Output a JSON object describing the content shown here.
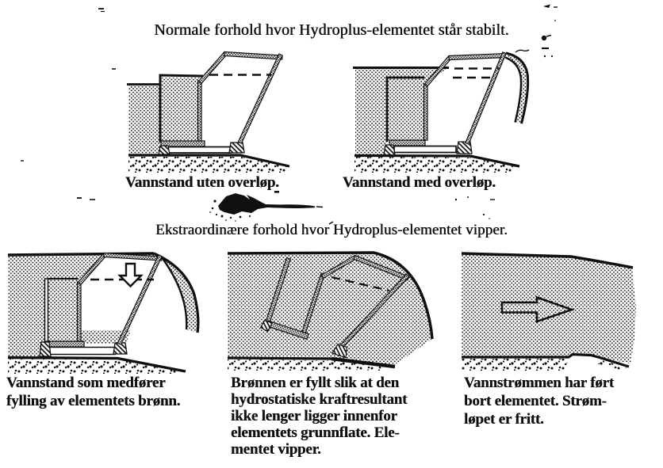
{
  "document": {
    "language": "no",
    "paper_color": "#ffffff",
    "ink_color": "#101010",
    "description": "Scanned figure page showing Hydroplus fusegate element behaviour"
  },
  "sections": [
    {
      "title": "Normale forhold hvor Hydroplus-elementet står stabilt.",
      "figures": [
        {
          "id": "no-overflow",
          "caption": "Vannstand uten overløp."
        },
        {
          "id": "with-overflow",
          "caption": "Vannstand med overløp."
        }
      ]
    },
    {
      "title": "Ekstraordinære forhold hvor Hydroplus-elementet vipper.",
      "figures": [
        {
          "id": "well-filling",
          "caption": "Vannstand som medfører\nfylling av elementets brønn."
        },
        {
          "id": "element-tipping",
          "caption": "Brønnen er fyllt slik at den\nhydrostatiske kraftresultant\nikke lenger ligger innenfor\nelementets grunnflate. Ele-\nmentet vipper."
        },
        {
          "id": "element-washed-away",
          "caption": "Vannstrømmen har ført\nbort elementet. Strøm-\nløpet er fritt."
        }
      ]
    }
  ]
}
